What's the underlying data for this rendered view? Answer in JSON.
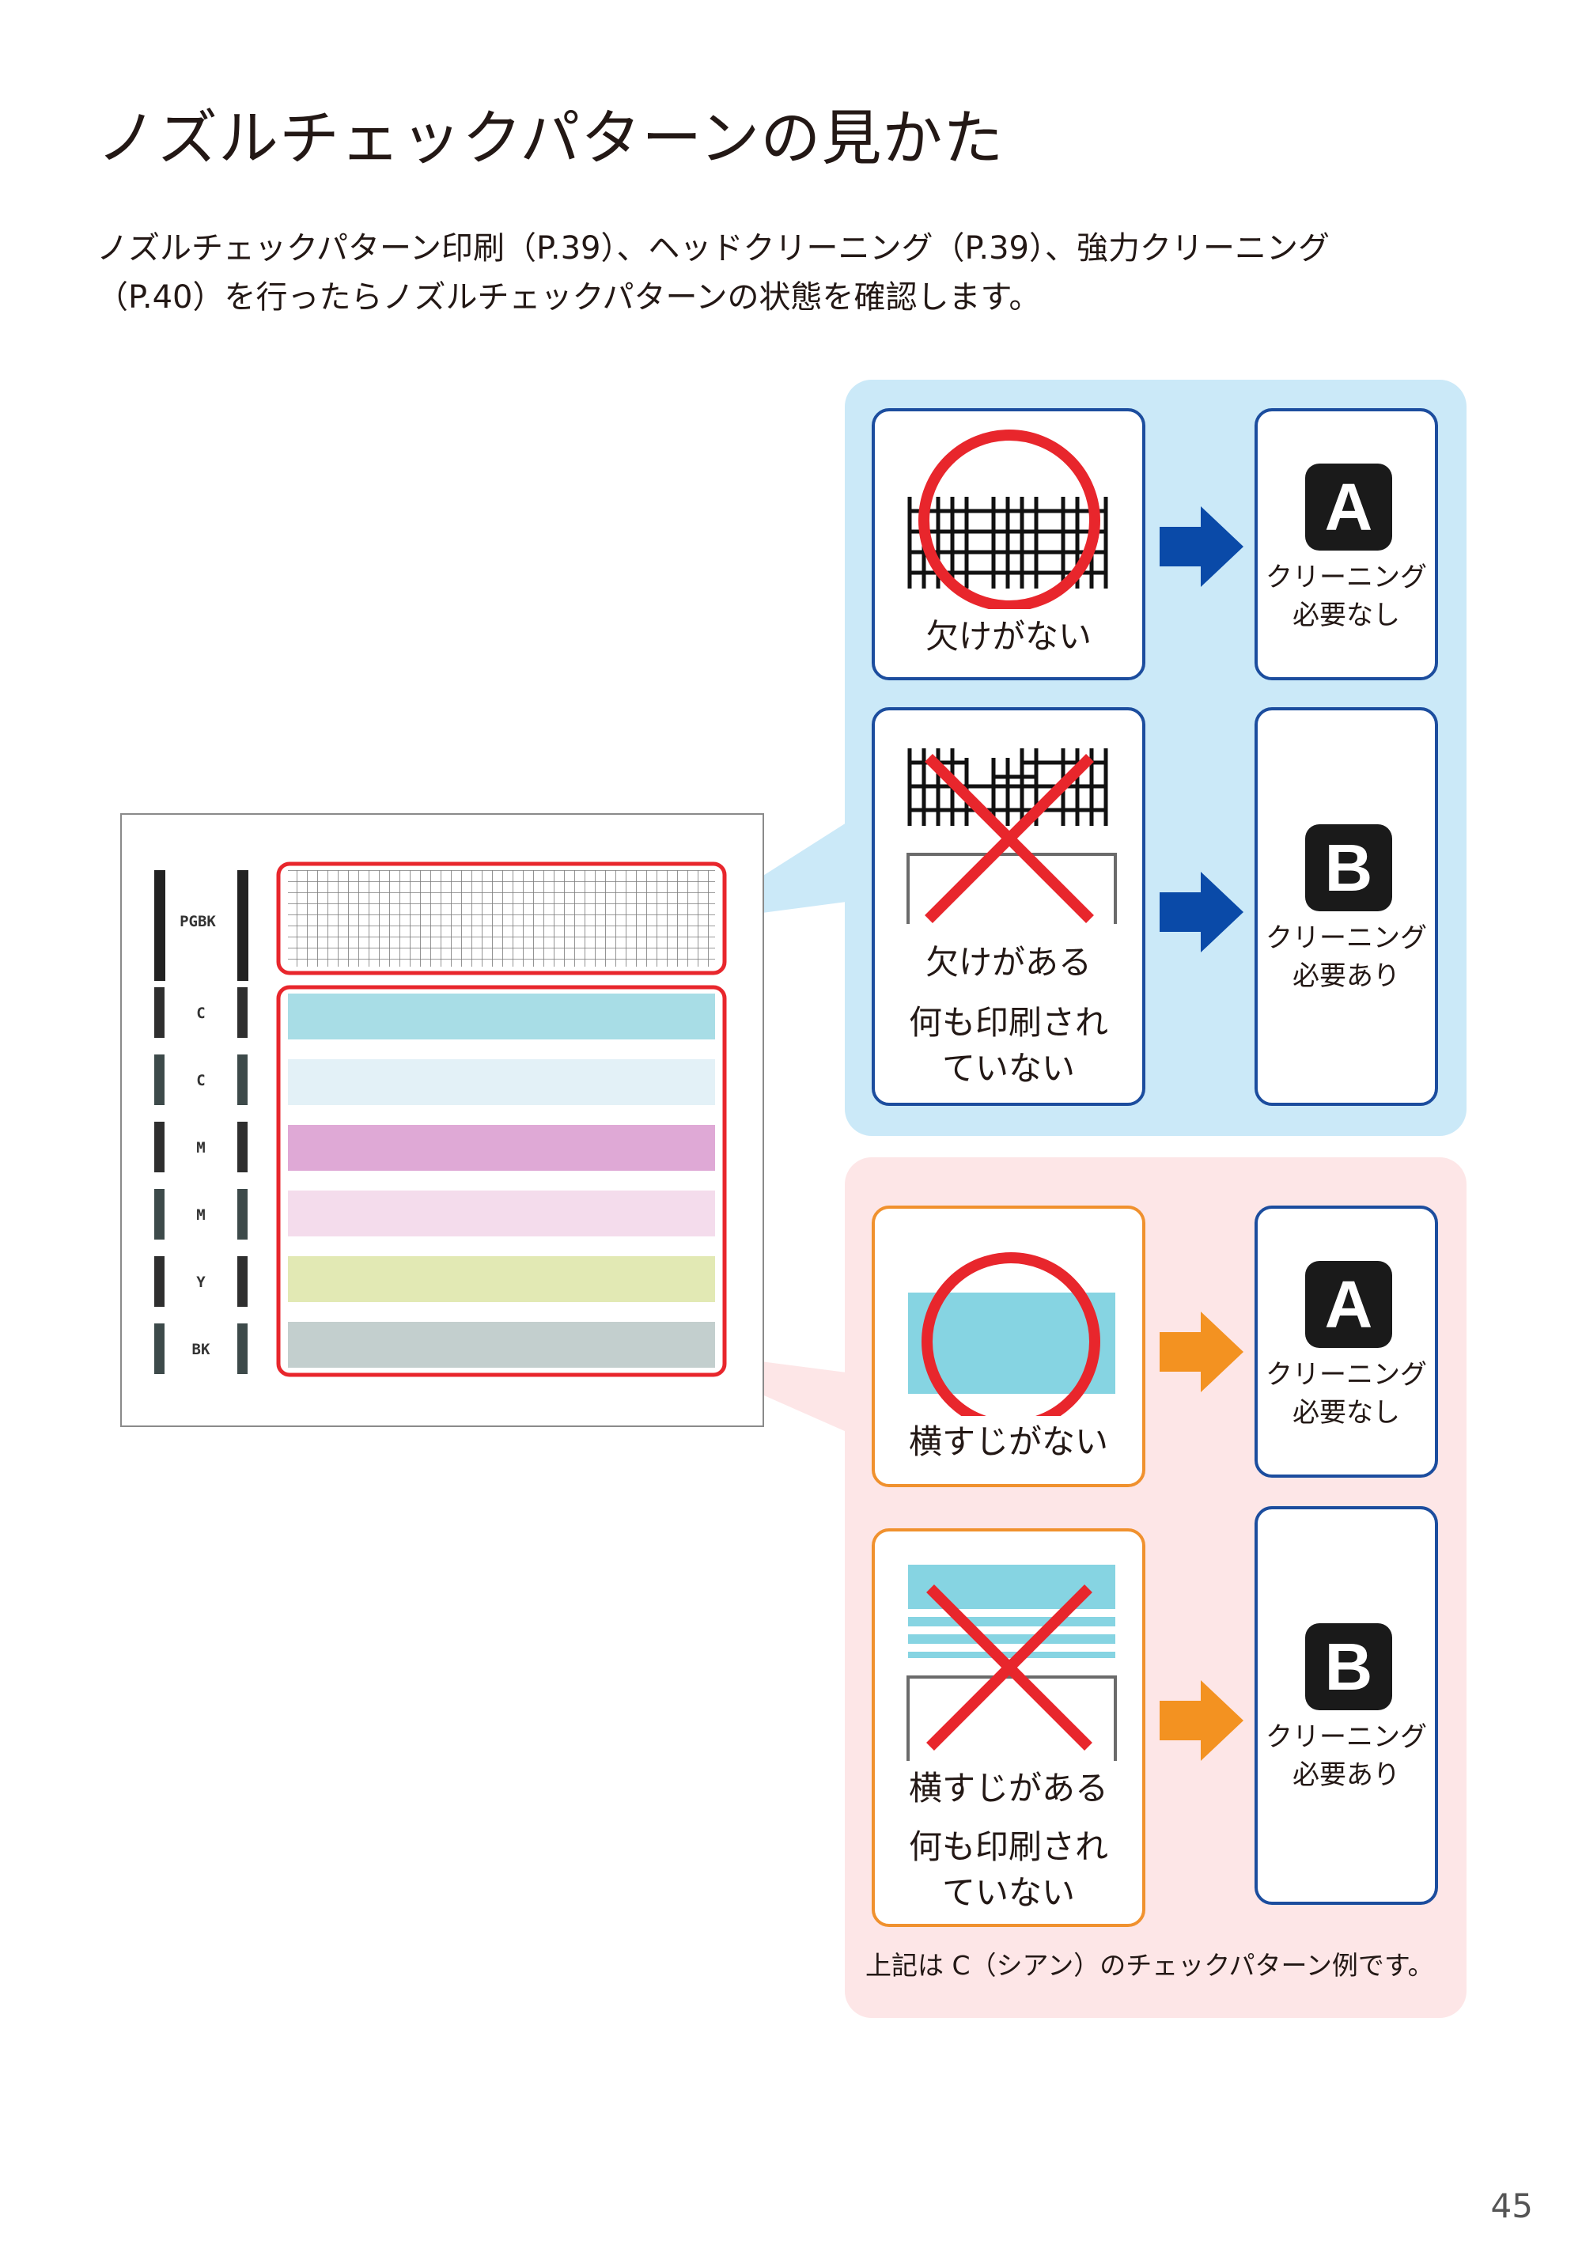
{
  "title": "ノズルチェックパターンの見かた",
  "intro": {
    "line1": "ノズルチェックパターン印刷（P.39）、ヘッドクリーニング（P.39）、強力クリーニング",
    "line2": "（P.40）を行ったらノズルチェックパターンの状態を確認します。"
  },
  "sample_pattern": {
    "labels": [
      "PGBK",
      "C",
      "C",
      "M",
      "M",
      "Y",
      "BK"
    ]
  },
  "blue_section": {
    "ok_card": {
      "label": "欠けがない"
    },
    "ng_card": {
      "label": "欠けがある",
      "sub1": "何も印刷され",
      "sub2": "ていない"
    },
    "result_a": {
      "badge": "A",
      "line1": "クリーニング",
      "line2": "必要なし"
    },
    "result_b": {
      "badge": "B",
      "line1": "クリーニング",
      "line2": "必要あり"
    }
  },
  "pink_section": {
    "ok_card": {
      "label": "横すじがない"
    },
    "ng_card": {
      "label": "横すじがある",
      "sub1": "何も印刷され",
      "sub2": "ていない"
    },
    "result_a": {
      "badge": "A",
      "line1": "クリーニング",
      "line2": "必要なし"
    },
    "result_b": {
      "badge": "B",
      "line1": "クリーニング",
      "line2": "必要あり"
    }
  },
  "note": "上記は C（シアン）のチェックパターン例です。",
  "page_number": "45",
  "colors": {
    "blue_panel": "#cbe9f8",
    "pink_panel": "#fde6e7",
    "card_border_blue": "#1c4d9e",
    "card_border_orange": "#f0912e",
    "mark_red": "#e8262c",
    "arrow_blue": "#0a4aa8",
    "arrow_orange": "#f39221",
    "cyan": "#86d4e2"
  },
  "icons": [
    "red-circle-ok-icon",
    "red-cross-ng-icon",
    "blue-arrow-right-icon",
    "orange-arrow-right-icon"
  ]
}
